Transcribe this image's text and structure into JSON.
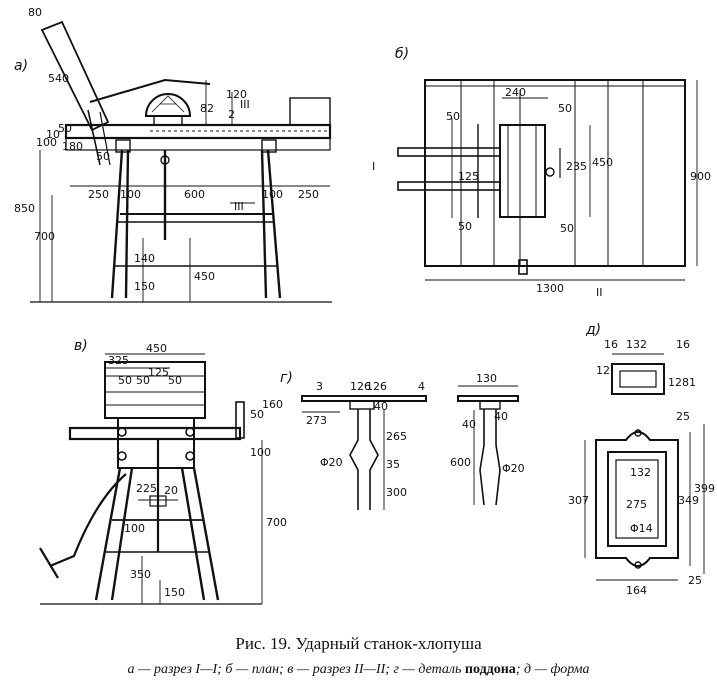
{
  "caption": {
    "title": "Рис. 19. Ударный станок-хлопуша",
    "legend_parts": [
      "а — разрез I—I; б — план; в — разрез II—II; г —  деталь ",
      "поддона",
      "; д — форма"
    ]
  },
  "panels": {
    "a": {
      "label": "а)",
      "dims": [
        "80",
        "540",
        "120",
        "82",
        "2",
        "III",
        "10",
        "50",
        "180",
        "100",
        "50",
        "850",
        "700",
        "250",
        "100",
        "600",
        "100",
        "250",
        "III",
        "140",
        "150",
        "450"
      ]
    },
    "b": {
      "label": "б)",
      "dims": [
        "240",
        "50",
        "50",
        "125",
        "235",
        "450",
        "50",
        "50",
        "900",
        "I",
        "1300",
        "II"
      ]
    },
    "c": {
      "label": "в)",
      "dims": [
        "450",
        "325",
        "50",
        "125",
        "50",
        "50",
        "50",
        "100",
        "160",
        "225",
        "20",
        "100",
        "700",
        "350",
        "150"
      ]
    },
    "d": {
      "label": "г)",
      "dims": [
        "3",
        "126",
        "126",
        "4",
        "273",
        "40",
        "265",
        "35",
        "300",
        "Φ20",
        "600",
        "130",
        "40",
        "40",
        "Φ20"
      ]
    },
    "e": {
      "label": "д)",
      "dims": [
        "16",
        "132",
        "16",
        "12",
        "12",
        "81",
        "25",
        "132",
        "307",
        "275",
        "349",
        "399",
        "Φ14",
        "164",
        "25"
      ]
    }
  }
}
